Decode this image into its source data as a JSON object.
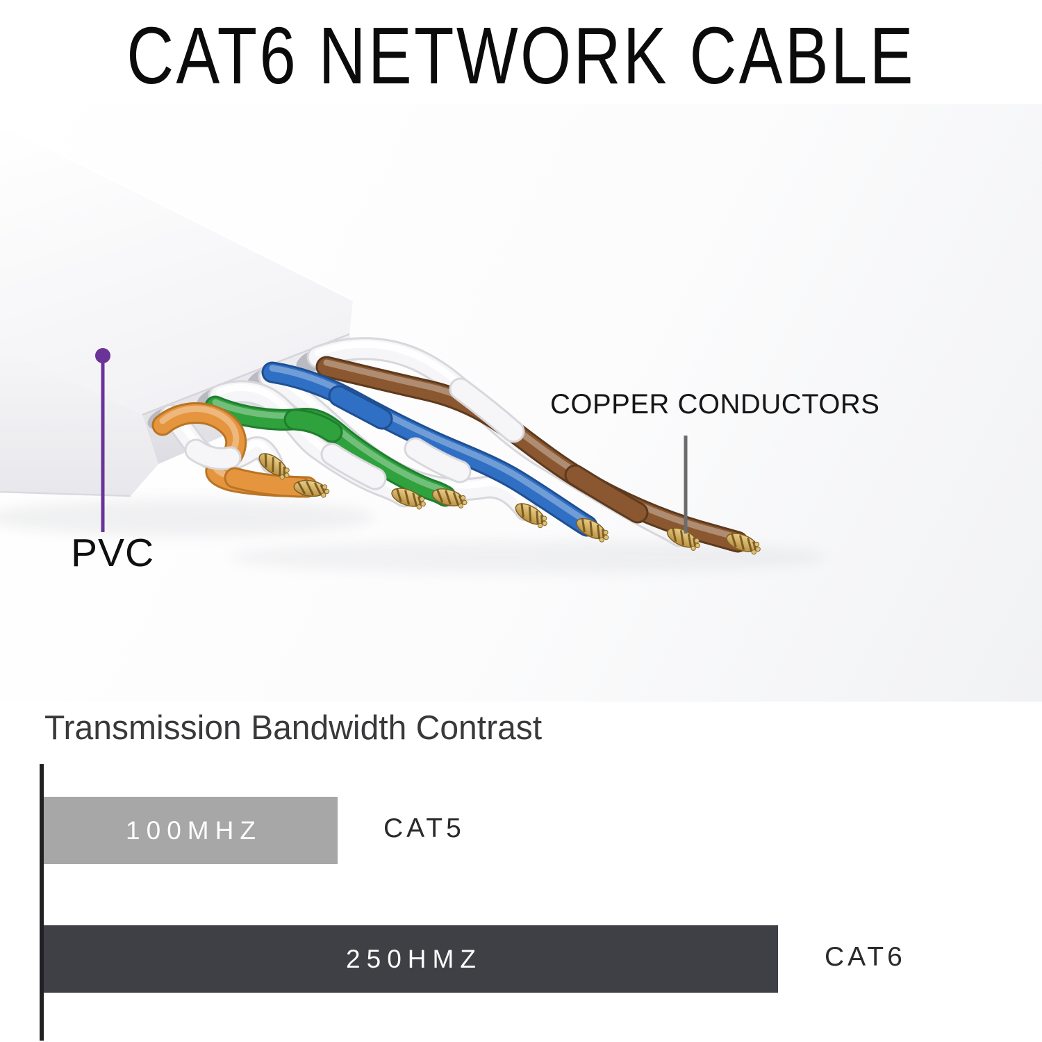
{
  "page_title": "CAT6 NETWORK CABLE",
  "illustration": {
    "pvc_label": "PVC",
    "copper_label": "COPPER CONDUCTORS",
    "pointer_colors": {
      "pvc_purple": "#6A3397",
      "copper_gray": "#6B6B6B"
    },
    "jacket_color": "#FBFBFD",
    "wire_pairs": [
      {
        "name": "orange-pair",
        "color": "#E6953F"
      },
      {
        "name": "green-pair",
        "color": "#2FA13D"
      },
      {
        "name": "blue-pair",
        "color": "#2F6FC4"
      },
      {
        "name": "brown-pair",
        "color": "#8A5730"
      }
    ],
    "conductor_color": "#C9A24B"
  },
  "chart": {
    "title": "Transmission Bandwidth Contrast",
    "bars": [
      {
        "value_label": "100MHZ",
        "category": "CAT5",
        "color": "#A7A7A7"
      },
      {
        "value_label": "250HMZ",
        "category": "CAT6",
        "color": "#3F4046"
      }
    ]
  },
  "chart_data": {
    "type": "bar",
    "orientation": "horizontal",
    "title": "Transmission Bandwidth Contrast",
    "categories": [
      "CAT5",
      "CAT6"
    ],
    "values": [
      100,
      250
    ],
    "value_labels": [
      "100MHZ",
      "250HMZ"
    ],
    "unit": "MHz",
    "xlim": [
      0,
      260
    ],
    "bar_colors": [
      "#A7A7A7",
      "#3F4046"
    ],
    "grid": false,
    "legend": false
  }
}
